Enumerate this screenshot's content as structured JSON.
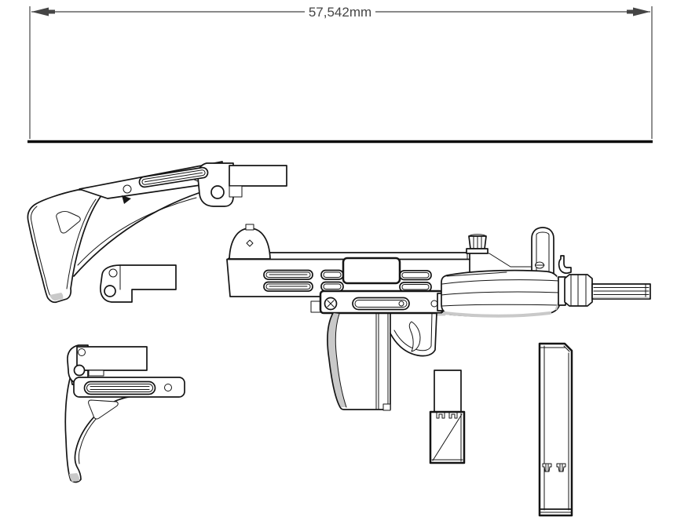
{
  "dimension": {
    "label": "57,542mm"
  },
  "drawing": {
    "colors": {
      "line": "#151515",
      "dimension": "#454545",
      "shade": "#c9c9c9",
      "background": "#ffffff"
    },
    "parts": [
      "overall-length-dimension",
      "baseline",
      "folding-stock-extended",
      "hinge-rail-bracket",
      "folding-stock-folded",
      "uzi-main-assembly",
      "bolt-short-magazine",
      "long-magazine"
    ]
  }
}
